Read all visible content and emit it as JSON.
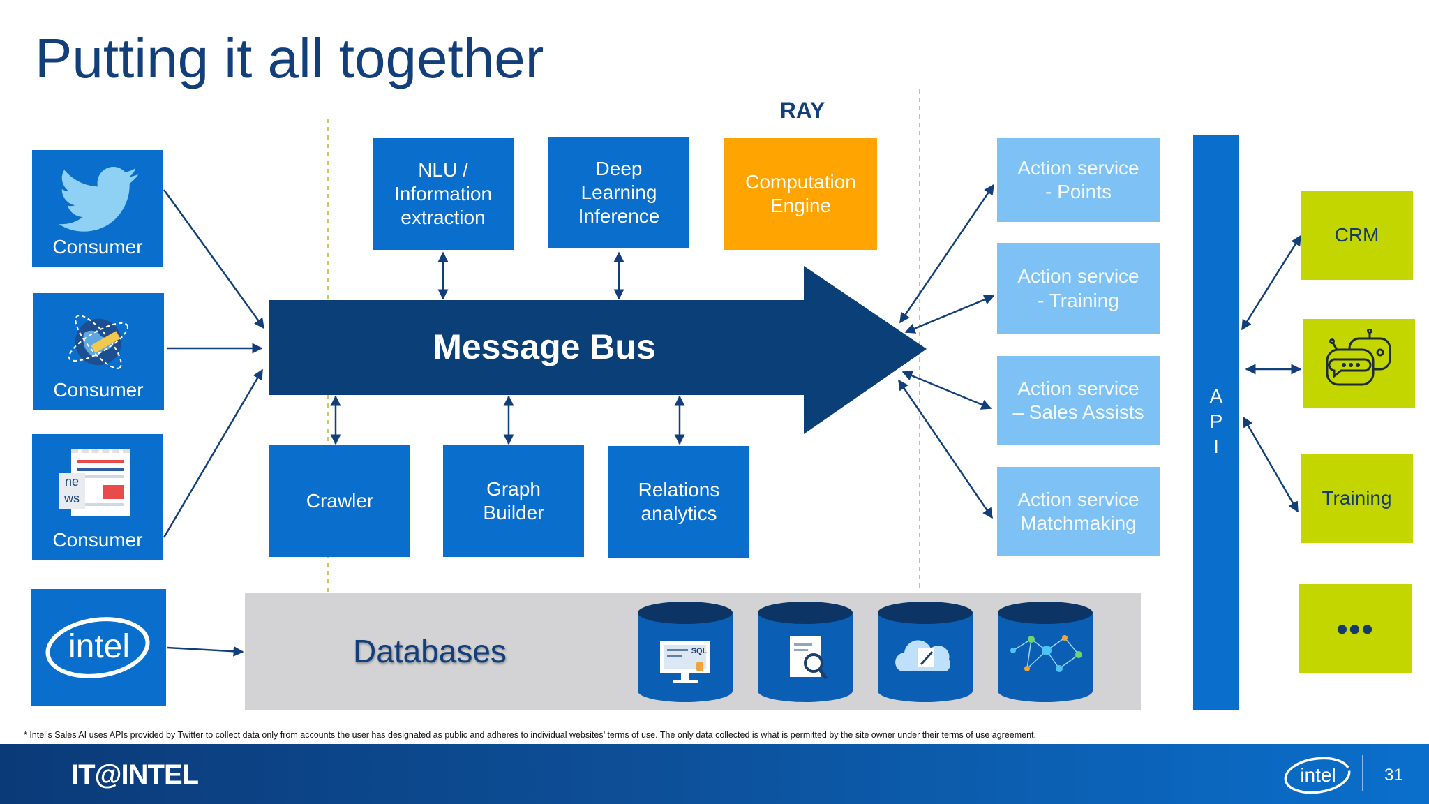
{
  "slide": {
    "title": "Putting it all together",
    "ray_label": "RAY",
    "footnote": "* Intel’s Sales AI uses APIs provided by Twitter to collect data only from accounts the user has designated as public and adheres to individual websites’ terms of use. The only data collected is what is permitted by the site owner under their terms of use agreement.",
    "page_number": "31",
    "footer_brand": "IT@INTEL",
    "intel_logo_text": "intel"
  },
  "sources": [
    {
      "label": "Consumer",
      "icon": "twitter-bird-icon"
    },
    {
      "label": "Consumer",
      "icon": "globe-www-icon"
    },
    {
      "label": "Consumer",
      "icon": "news-paper-icon",
      "icon_text_top": "ne",
      "icon_text_bottom": "ws"
    }
  ],
  "message_bus": {
    "label": "Message Bus"
  },
  "top_services": [
    {
      "label": "NLU /\nInformation\nextraction"
    },
    {
      "label": "Deep\nLearning\nInference"
    },
    {
      "label": "Computation\nEngine"
    }
  ],
  "bottom_services": [
    {
      "label": "Crawler"
    },
    {
      "label": "Graph\nBuilder"
    },
    {
      "label": "Relations\nanalytics"
    }
  ],
  "databases": {
    "label": "Databases",
    "icons": [
      "sql-monitor-icon",
      "document-search-icon",
      "cloud-document-icon",
      "network-graph-icon"
    ],
    "sql_text": "SQL"
  },
  "action_services": [
    {
      "label": "Action service\n- Points"
    },
    {
      "label": "Action service\n- Training"
    },
    {
      "label": "Action service\n– Sales Assists"
    },
    {
      "label": "Action service\nMatchmaking"
    }
  ],
  "api": {
    "label": "A\nP\nI"
  },
  "endpoints": [
    {
      "label": "CRM"
    },
    {
      "label": "",
      "icon": "chatbot-icon"
    },
    {
      "label": "Training"
    },
    {
      "label": "•••"
    }
  ],
  "colors": {
    "title": "#123f7a",
    "service_blue": "#0a6fcc",
    "bus_navy": "#0b3f77",
    "computation_orange": "#ffa400",
    "action_light_blue": "#7ec1f5",
    "endpoint_green": "#c4d600",
    "database_panel": "#d3d3d6",
    "divider_yellow": "#c9c86a"
  }
}
